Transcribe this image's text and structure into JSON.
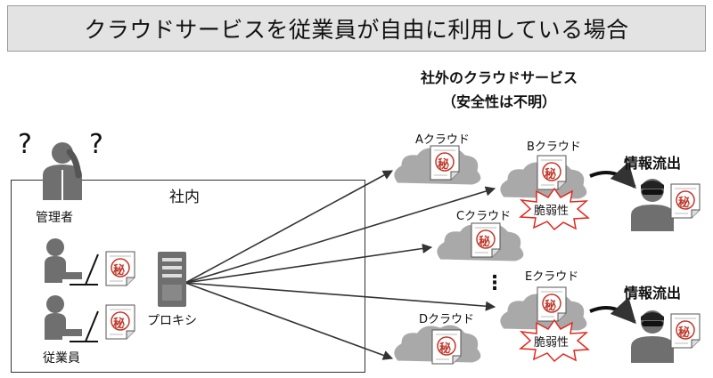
{
  "title": "クラウドサービスを従業員が自由に利用している場合",
  "external_heading": {
    "line1": "社外のクラウドサービス",
    "line2": "（安全性は不明）"
  },
  "internal": {
    "box_label": "社内",
    "admin_label": "管理者",
    "employee_label": "従業員",
    "proxy_label": "プロキシ",
    "question_mark": "?"
  },
  "secret_mark": "秘",
  "clouds": [
    {
      "label": "Aクラウド",
      "vulnerable": false
    },
    {
      "label": "Bクラウド",
      "vulnerable": true
    },
    {
      "label": "Cクラウド",
      "vulnerable": false
    },
    {
      "label": "Dクラウド",
      "vulnerable": false
    },
    {
      "label": "Eクラウド",
      "vulnerable": true
    }
  ],
  "vulnerability_label": "脆弱性",
  "leak_label": "情報流出",
  "ellipsis": "⋮",
  "colors": {
    "title_bg": "#e3e3e3",
    "cloud": "#a9a9a9",
    "person": "#6f6f6f",
    "secret_red": "#c0392b",
    "burst_stroke": "#e0281e"
  }
}
